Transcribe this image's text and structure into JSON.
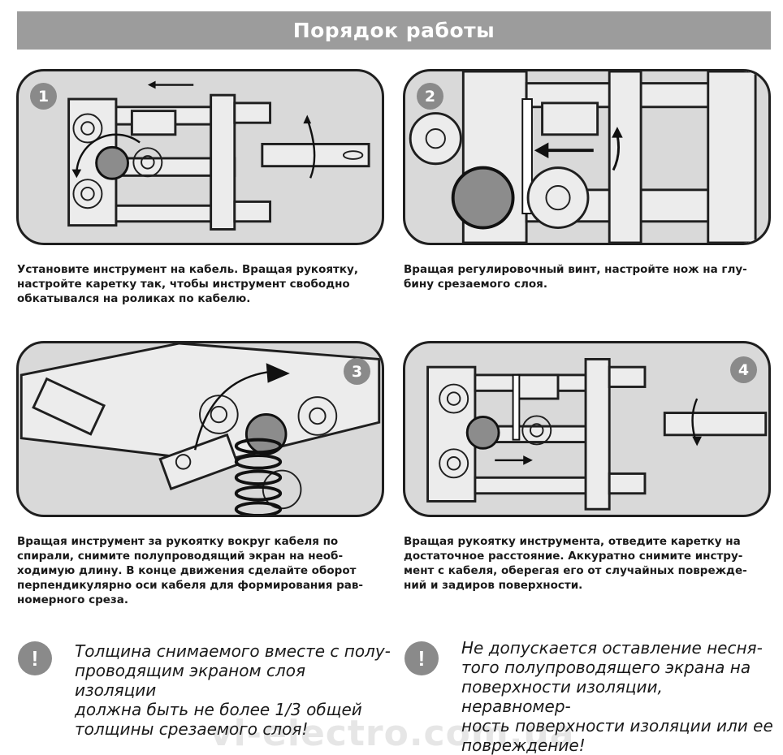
{
  "header": {
    "title": "Порядок работы"
  },
  "steps": [
    {
      "number": "1",
      "caption": "Установите инструмент на кабель. Вращая рукоятку,\nнастройте каретку так, чтобы инструмент свободно\nобкатывался на роликах по кабелю."
    },
    {
      "number": "2",
      "caption": "Вращая регулировочный винт, настройте нож на глу-\nбину срезаемого слоя."
    },
    {
      "number": "3",
      "caption": "Вращая инструмент за рукоятку вокруг кабеля по\nспирали, снимите полупроводящий экран на необ-\nходимую длину. В конце движения сделайте оборот\nперпендикулярно оси кабеля для формирования рав-\nномерного среза."
    },
    {
      "number": "4",
      "caption": "Вращая рукоятку инструмента, отведите каретку на\nдостаточное расстояние. Аккуратно снимите инстру-\nмент с кабеля, оберегая его от случайных поврежде-\nний и задиров поверхности."
    }
  ],
  "notes": [
    {
      "icon": "!",
      "text": "Толщина снимаемого вместе с полу-\nпроводящим экраном слоя изоляции\nдолжна быть не более 1/3 общей\nтолщины срезаемого слоя!"
    },
    {
      "icon": "!",
      "text": "Не допускается оставление несня-\nтого полупроводящего экрана на\nповерхности изоляции, неравномер-\nность поверхности изоляции или ее\nповреждение!"
    }
  ],
  "watermark": "vl-electro.com.ua",
  "colors": {
    "header_bg": "#9c9c9c",
    "panel_bg": "#d9d9d9",
    "badge": "#8a8a8a",
    "ink": "#1f1f1f"
  }
}
